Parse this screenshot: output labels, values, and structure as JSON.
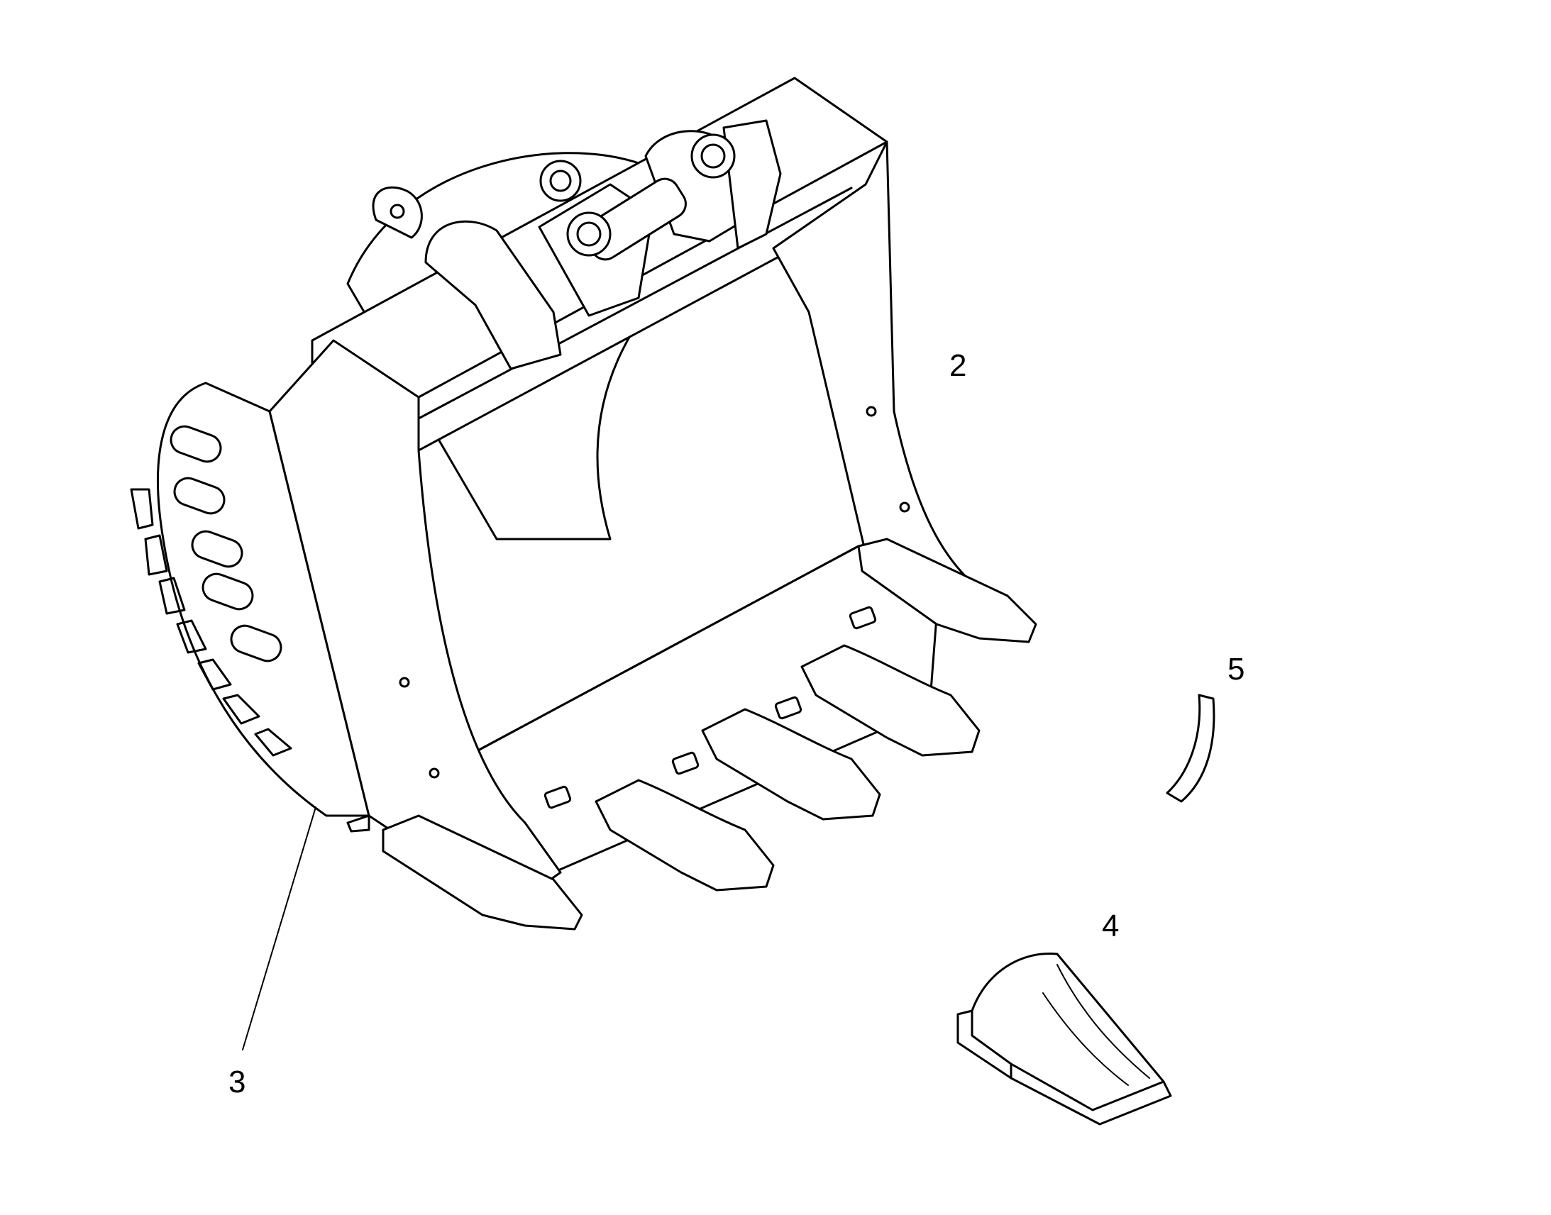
{
  "diagram": {
    "callouts": [
      {
        "id": "2",
        "label": "2"
      },
      {
        "id": "3",
        "label": "3"
      },
      {
        "id": "4",
        "label": "4"
      },
      {
        "id": "5",
        "label": "5"
      }
    ],
    "colors": {
      "line": "#000000",
      "background": "#ffffff"
    }
  }
}
